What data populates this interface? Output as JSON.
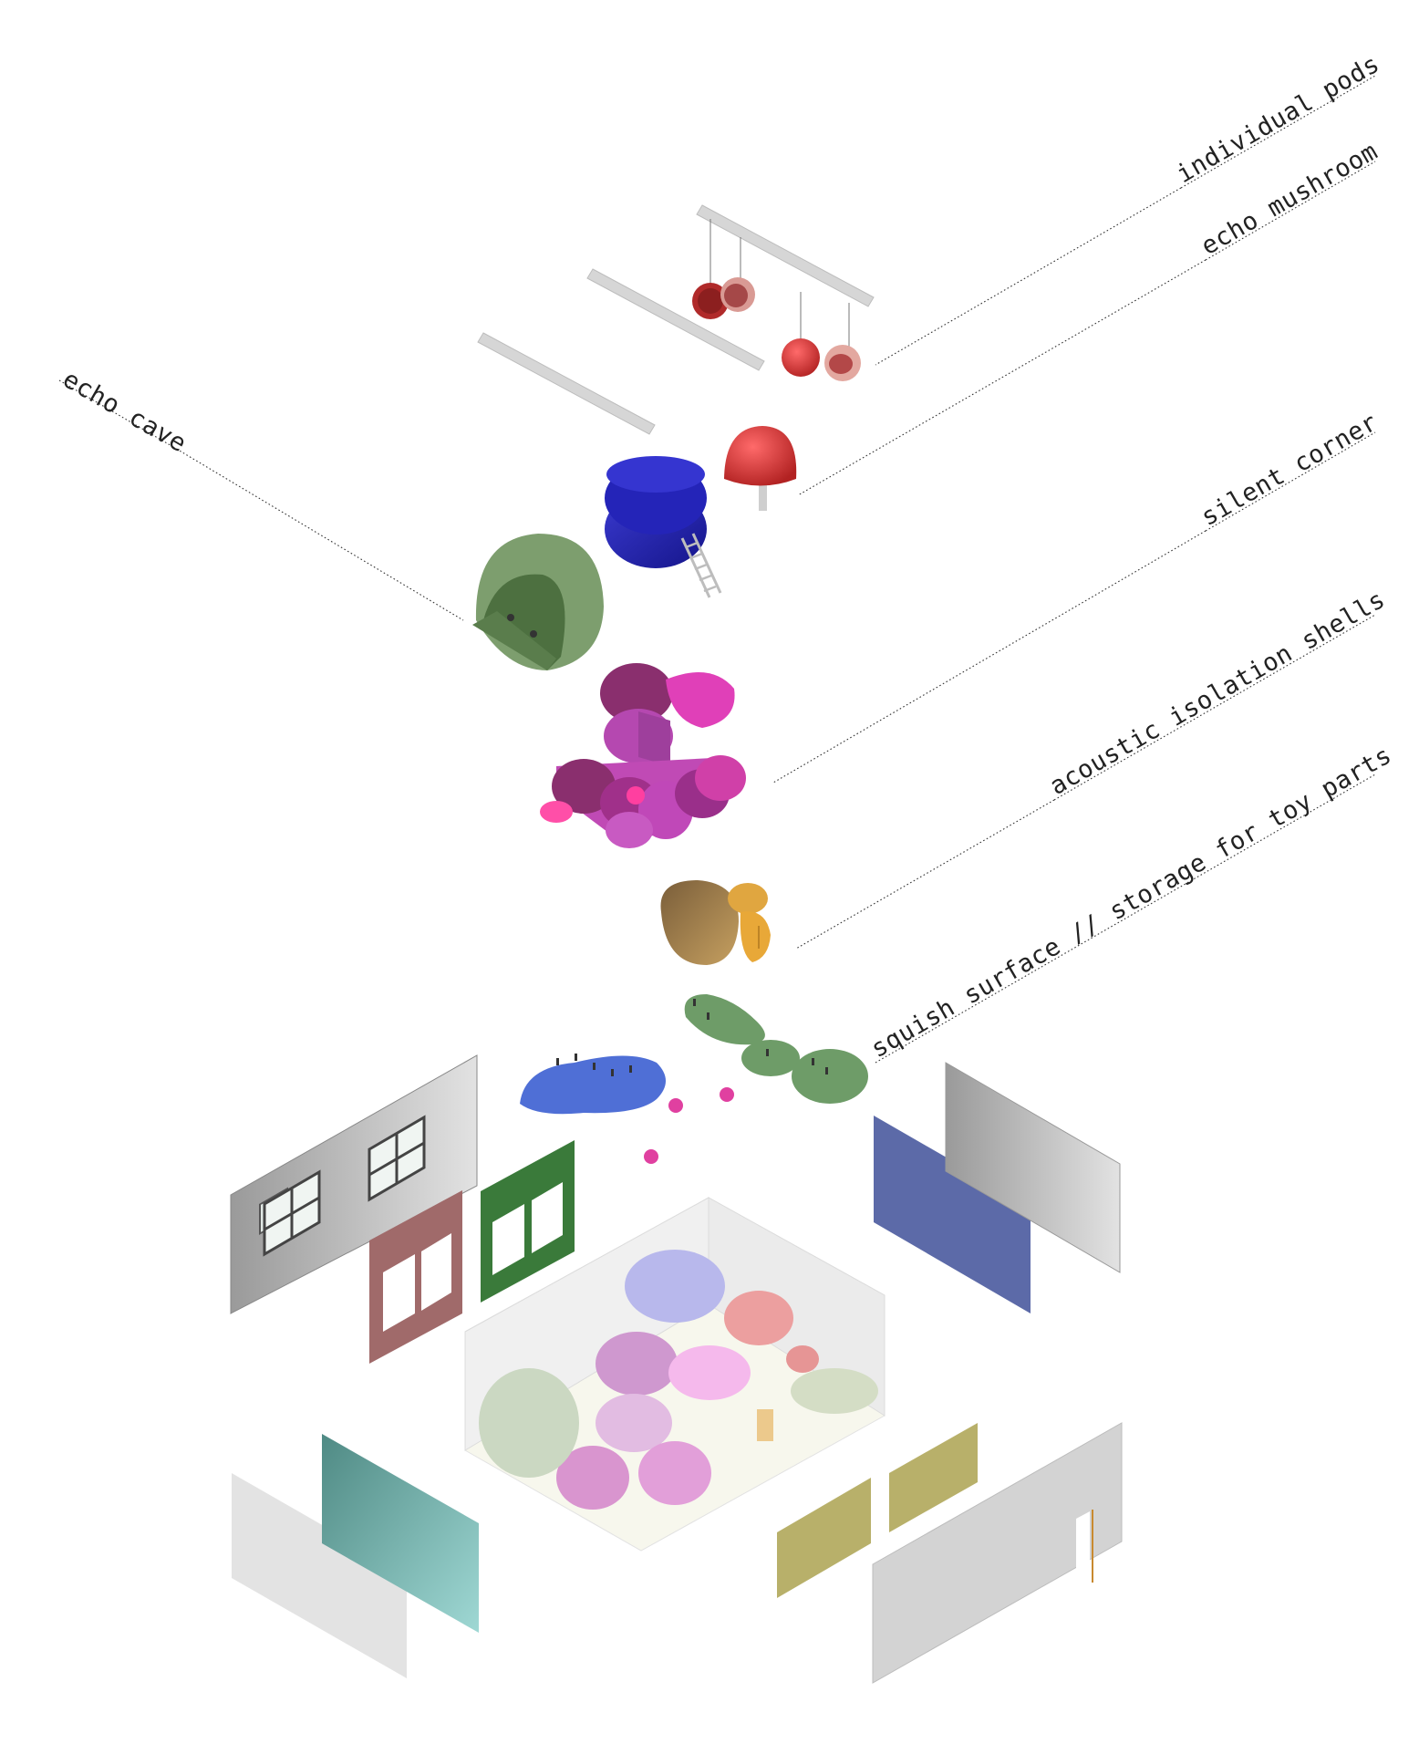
{
  "labels": {
    "individual_pods": "individual pods",
    "echo_mushroom": "echo mushroom",
    "silent_corner": "silent corner",
    "acoustic_isolation_shells": "acoustic isolation shells",
    "squish_surface": "squish surface // storage for toy parts",
    "echo_cave": "echo cave"
  },
  "colors": {
    "beam": "#d6d6d6",
    "pod_red": "#cc3a3a",
    "pod_pink": "#d9908a",
    "mushroom": "#d93a3a",
    "blue_stack": "#2a2ab8",
    "echo_cave": "#7d9e6e",
    "shells_magenta": "#d03ea8",
    "shells_plum": "#8a2f6e",
    "silent_corner": "#a8874f",
    "silent_corner_accent": "#e0a640",
    "squish_blue": "#4f6fd6",
    "squish_green": "#6e9c68",
    "wall_grey": "#c7c7c7",
    "panel_rose": "#a06a6a",
    "panel_green": "#3a7a3a",
    "panel_blue": "#5c6aa8",
    "panel_teal": "#6fb2b0",
    "panel_olive": "#b8b06a",
    "panel_lightgrey": "#e3e3e3"
  }
}
